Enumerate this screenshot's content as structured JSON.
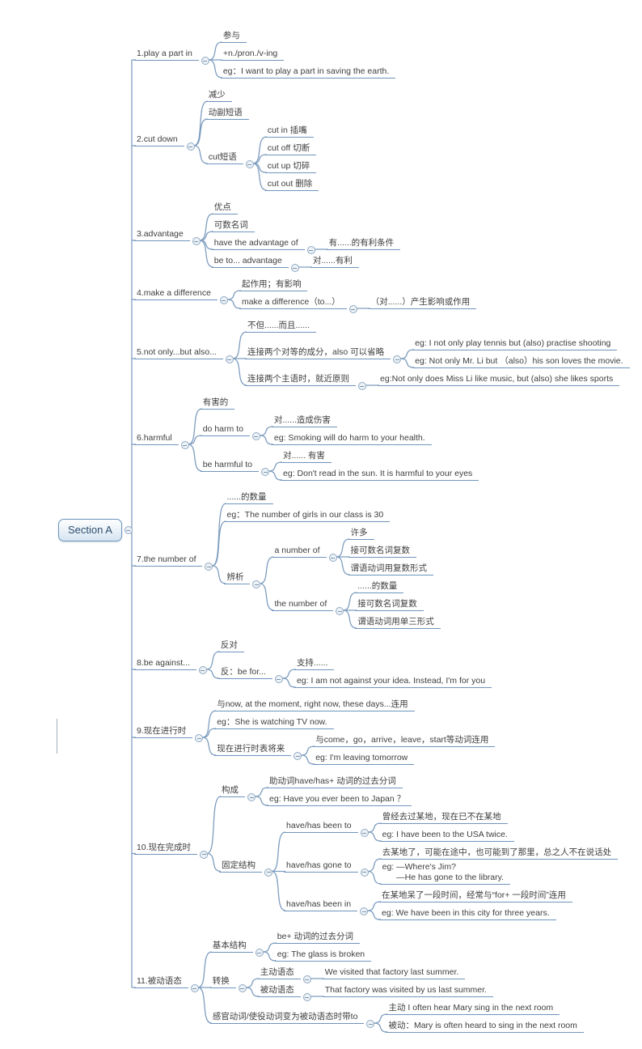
{
  "colors": {
    "branch_line": "#7e9dbf",
    "underline": "#6f95bd",
    "text": "#3e3e3e",
    "root_border": "#6e96bf",
    "root_fill": "#d5e4f2",
    "root_text": "#2c4d6e"
  },
  "nodes": {
    "r": "Section A",
    "b1": "1.play a part in",
    "b1c1": "参与",
    "b1c2": "+n./pron./v-ing",
    "b1c3": "eg：I want to play a part in saving the earth.",
    "b2": "2.cut down",
    "b2c1": "减少",
    "b2c2": "动副短语",
    "b2c3": "cut短语",
    "b2c3c1": "cut in 插嘴",
    "b2c3c2": "cut off 切断",
    "b2c3c3": "cut up 切碎",
    "b2c3c4": "cut out 删除",
    "b3": "3.advantage",
    "b3c1": "优点",
    "b3c2": "可数名词",
    "b3c3": "have the advantage of",
    "b3c3c1": "有......的有利条件",
    "b3c4": "be to... advantage",
    "b3c4c1": "对......有利",
    "b4": "4.make a difference",
    "b4c1": "起作用；有影响",
    "b4c2": "make a difference（to...）",
    "b4c2c1": "（对......）产生影响或作用",
    "b5": "5.not only...but also...",
    "b5c1": "不但......而且......",
    "b5c2": "连接两个对等的成分，also 可以省略",
    "b5c2c1": "eg: I not only play tennis but (also) practise shooting",
    "b5c2c2": "eg: Not only Mr. Li but （also）his son loves the movie.",
    "b5c3": "连接两个主语时，就近原则",
    "b5c3c1": "eg:Not only does Miss Li like music, but (also) she likes sports",
    "b6": "6.harmful",
    "b6c1": "有害的",
    "b6c2": "do harm to",
    "b6c2c1": "对......造成伤害",
    "b6c2c2": "eg: Smoking will do harm to your health.",
    "b6c3": "be harmful to",
    "b6c3c1": "对...... 有害",
    "b6c3c2": "eg: Don't read in the sun. It is harmful to your eyes",
    "b7": "7.the number of",
    "b7c1": "......的数量",
    "b7c2": "eg：The number of girls in our class is 30",
    "b7c3": "辨析",
    "b7c3c1": "a number of",
    "b7c3c1c1": "许多",
    "b7c3c1c2": "接可数名词复数",
    "b7c3c1c3": "谓语动词用复数形式",
    "b7c3c2": "the number of",
    "b7c3c2c1": "......的数量",
    "b7c3c2c2": "接可数名词复数",
    "b7c3c2c3": "谓语动词用单三形式",
    "b8": "8.be against...",
    "b8c1": "反对",
    "b8c2": "反：be for...",
    "b8c2c1": "支持......",
    "b8c2c2": "eg: I am not against your idea. Instead, I'm for you",
    "b9": "9.现在进行时",
    "b9c1": "与now, at the moment, right now, these days...连用",
    "b9c2": "eg：She is watching TV now.",
    "b9c3": "现在进行时表将来",
    "b9c3c1": "与come，go，arrive，leave，start等动词连用",
    "b9c3c2": "eg: I'm leaving tomorrow",
    "b10": "10.现在完成时",
    "b10c1": "构成",
    "b10c1c1": "助动词have/has+ 动词的过去分词",
    "b10c1c2": "eg: Have you ever been to Japan ？",
    "b10c2": "固定结构",
    "b10c2c1": "have/has been to",
    "b10c2c1c1": "曾经去过某地，现在已不在某地",
    "b10c2c1c2": "eg: I have been to the USA twice.",
    "b10c2c2": "have/has gone to",
    "b10c2c2c1": "去某地了，可能在途中，也可能到了那里，总之人不在说话处",
    "b10c2c2c2": "eg: —Where's Jim?\n      —He has gone to the library.",
    "b10c2c3": "have/has been in",
    "b10c2c3c1": "在某地呆了一段时间，经常与“for+ 一段时间”连用",
    "b10c2c3c2": "eg: We have been in this city for three years.",
    "b11": "11.被动语态",
    "b11c1": "基本结构",
    "b11c1c1": "be+ 动词的过去分词",
    "b11c1c2": "eg: The glass is broken",
    "b11c2": "转换",
    "b11c2c1": "主动语态",
    "b11c2c1c1": "We visited that factory last summer.",
    "b11c2c2": "被动语态",
    "b11c2c2c1": "That factory was visited by us last summer.",
    "b11c3": "感官动词/使役动词变为被动语态时带to",
    "b11c3c1": "主动 I often hear Mary sing in the next room",
    "b11c3c2": "被动：Mary is often heard to sing in the next room"
  }
}
